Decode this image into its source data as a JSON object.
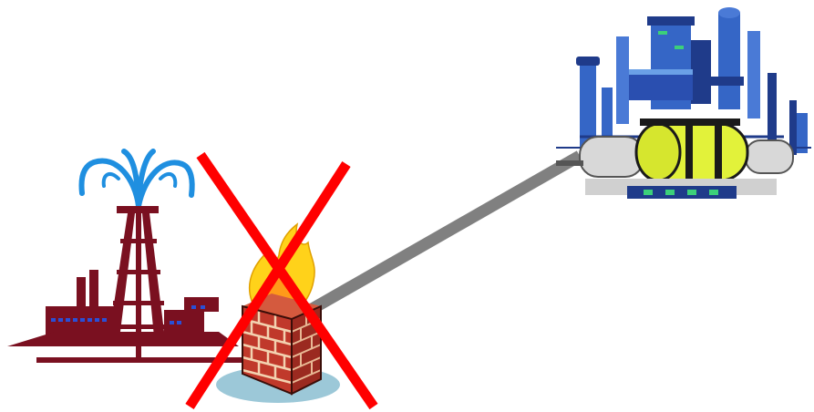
{
  "diagram": {
    "nodes": [
      {
        "id": "oil-well",
        "icon": "oil-well-gusher-icon"
      },
      {
        "id": "firewall",
        "icon": "firewall-brick-wall-icon",
        "status": "removed"
      },
      {
        "id": "refinery",
        "icon": "refinery-plant-icon"
      }
    ],
    "edges": [
      {
        "from": "firewall",
        "to": "refinery",
        "style": "solid-gray"
      }
    ],
    "marks": [
      {
        "type": "cross-out",
        "target": "firewall"
      }
    ]
  },
  "colors": {
    "oil_well": "#7a1020",
    "gusher": "#1f8fe0",
    "window": "#2a4fd6",
    "link": "#808080",
    "brick": "#c0392b",
    "mortar": "#f3d2b0",
    "flame_outer": "#ffd21a",
    "flame_inner": "#ff9a1a",
    "cross": "#ff0000",
    "plant_blue": "#3566c6",
    "plant_dark": "#1f3b8a",
    "tank": "#e2f23a",
    "ground": "#9cc8d8"
  }
}
